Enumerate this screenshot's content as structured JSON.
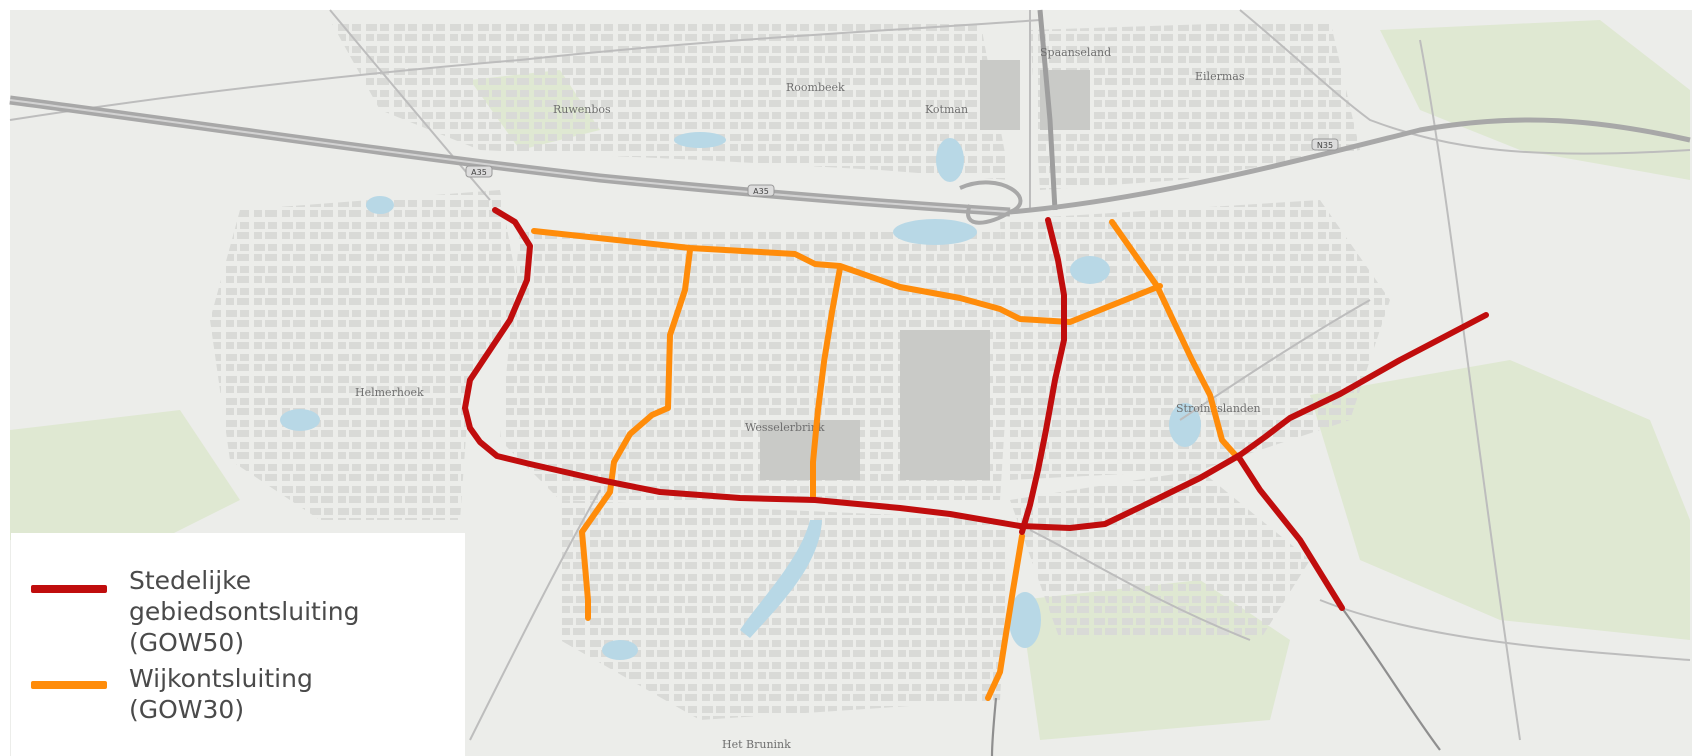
{
  "map": {
    "places": [
      "Ruwenbos",
      "Roombeek",
      "Kotman",
      "Spaanseland",
      "Eilermas",
      "Helmerhoek",
      "Wesselerbrink",
      "Stroinkslanden",
      "Het Brunink"
    ],
    "road_shields": [
      "A35",
      "A35",
      "N35"
    ],
    "colors": {
      "background": "#ecedea",
      "blocks": "#dadbd8",
      "water": "#b8d8e6",
      "green": "#dde6cf",
      "motorway": "#a9a9a9",
      "gebiedsontsluiting": "#c00d0d",
      "wijkontsluiting": "#ff8c0a"
    }
  },
  "legend": {
    "items": [
      {
        "label": "Stedelijke\ngebiedsontsluiting\n(GOW50)",
        "color": "#c00d0d"
      },
      {
        "label": "Wijkontsluiting\n(GOW30)",
        "color": "#ff8c0a"
      }
    ]
  }
}
